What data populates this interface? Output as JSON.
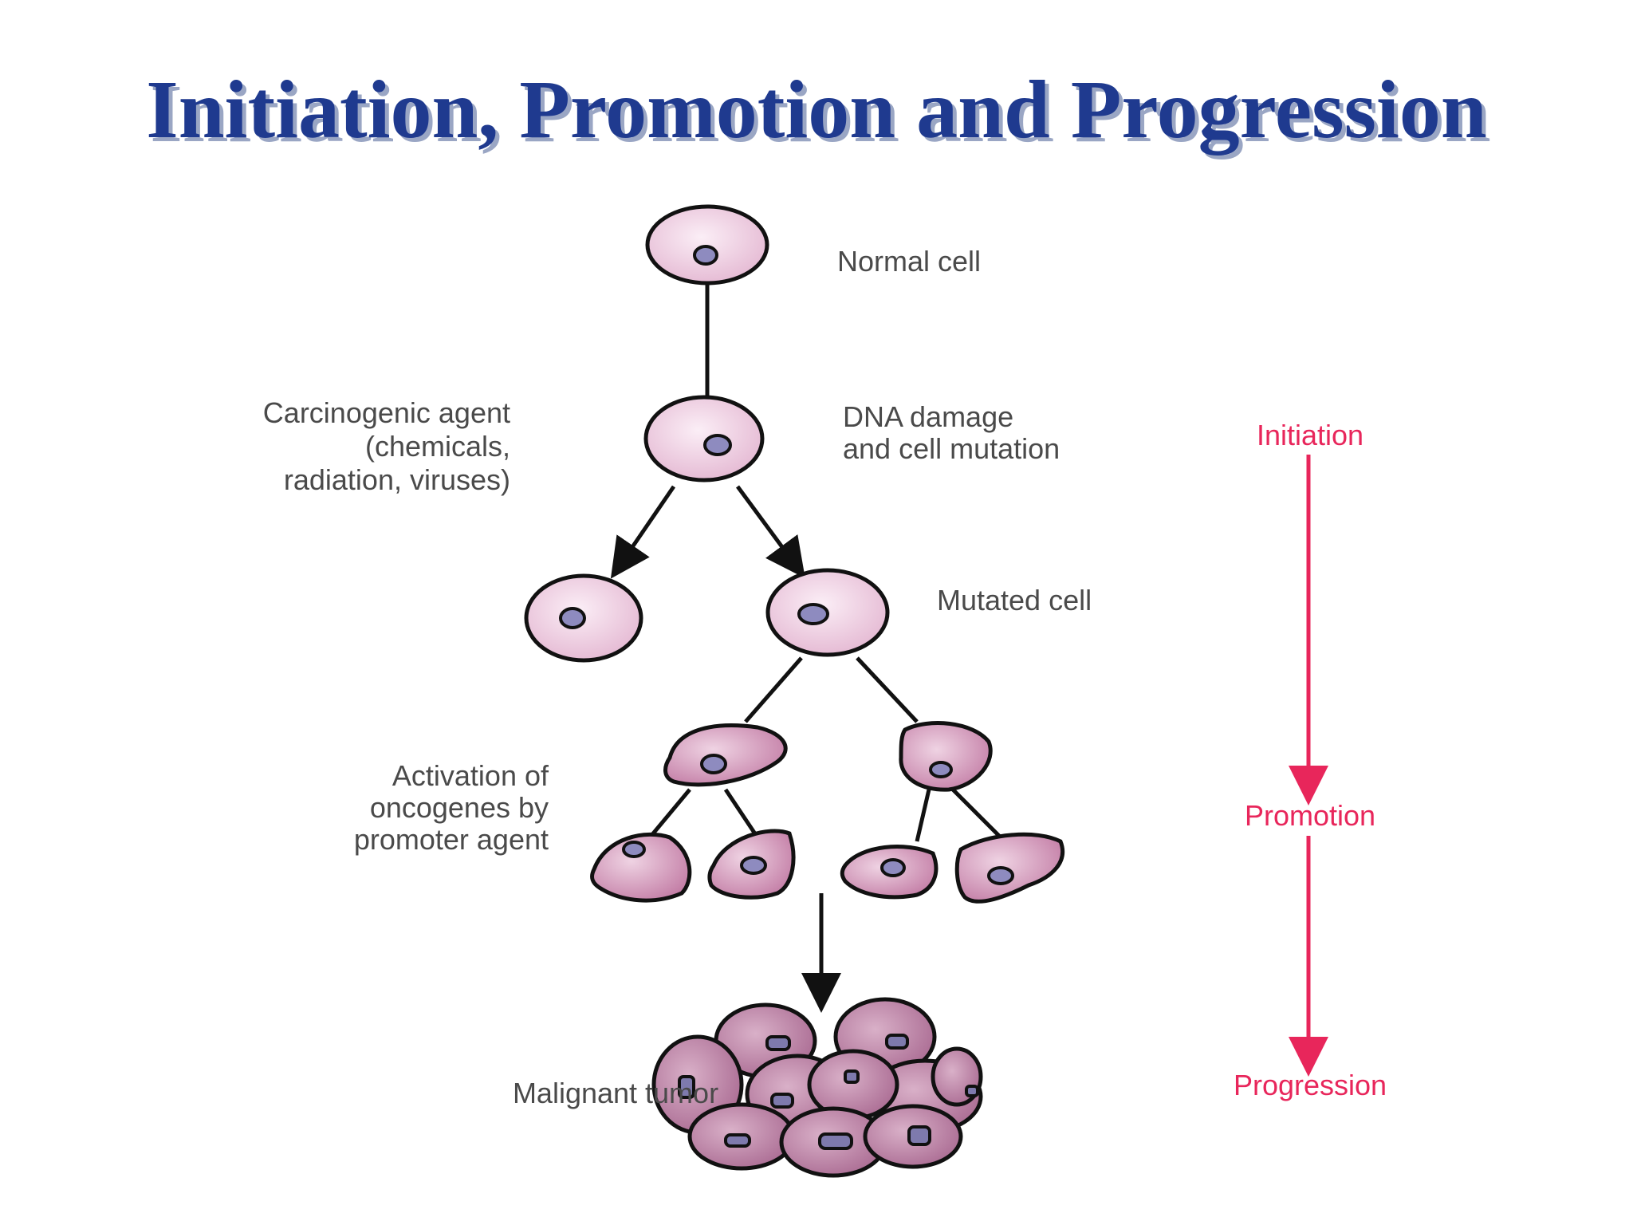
{
  "title": "Initiation, Promotion and Progression",
  "labels": {
    "normal_cell": "Normal cell",
    "dna_damage_line1": "DNA damage",
    "dna_damage_line2": "and cell mutation",
    "carcinogenic_line1": "Carcinogenic agent",
    "carcinogenic_line2": "(chemicals,",
    "carcinogenic_line3": "radiation, viruses)",
    "mutated_cell": "Mutated cell",
    "activation_line1": "Activation of",
    "activation_line2": "oncogenes by",
    "activation_line3": "promoter agent",
    "malignant_tumor": "Malignant tumor"
  },
  "stages": {
    "initiation": "Initiation",
    "promotion": "Promotion",
    "progression": "Progression"
  },
  "colors": {
    "title": "#1f3a8f",
    "cell_fill": "#e7bfd6",
    "cell_fill_dark": "#c98aae",
    "tumor_fill": "#b57a9d",
    "nucleus": "#8e8bbf",
    "stage_red": "#e8265b"
  }
}
